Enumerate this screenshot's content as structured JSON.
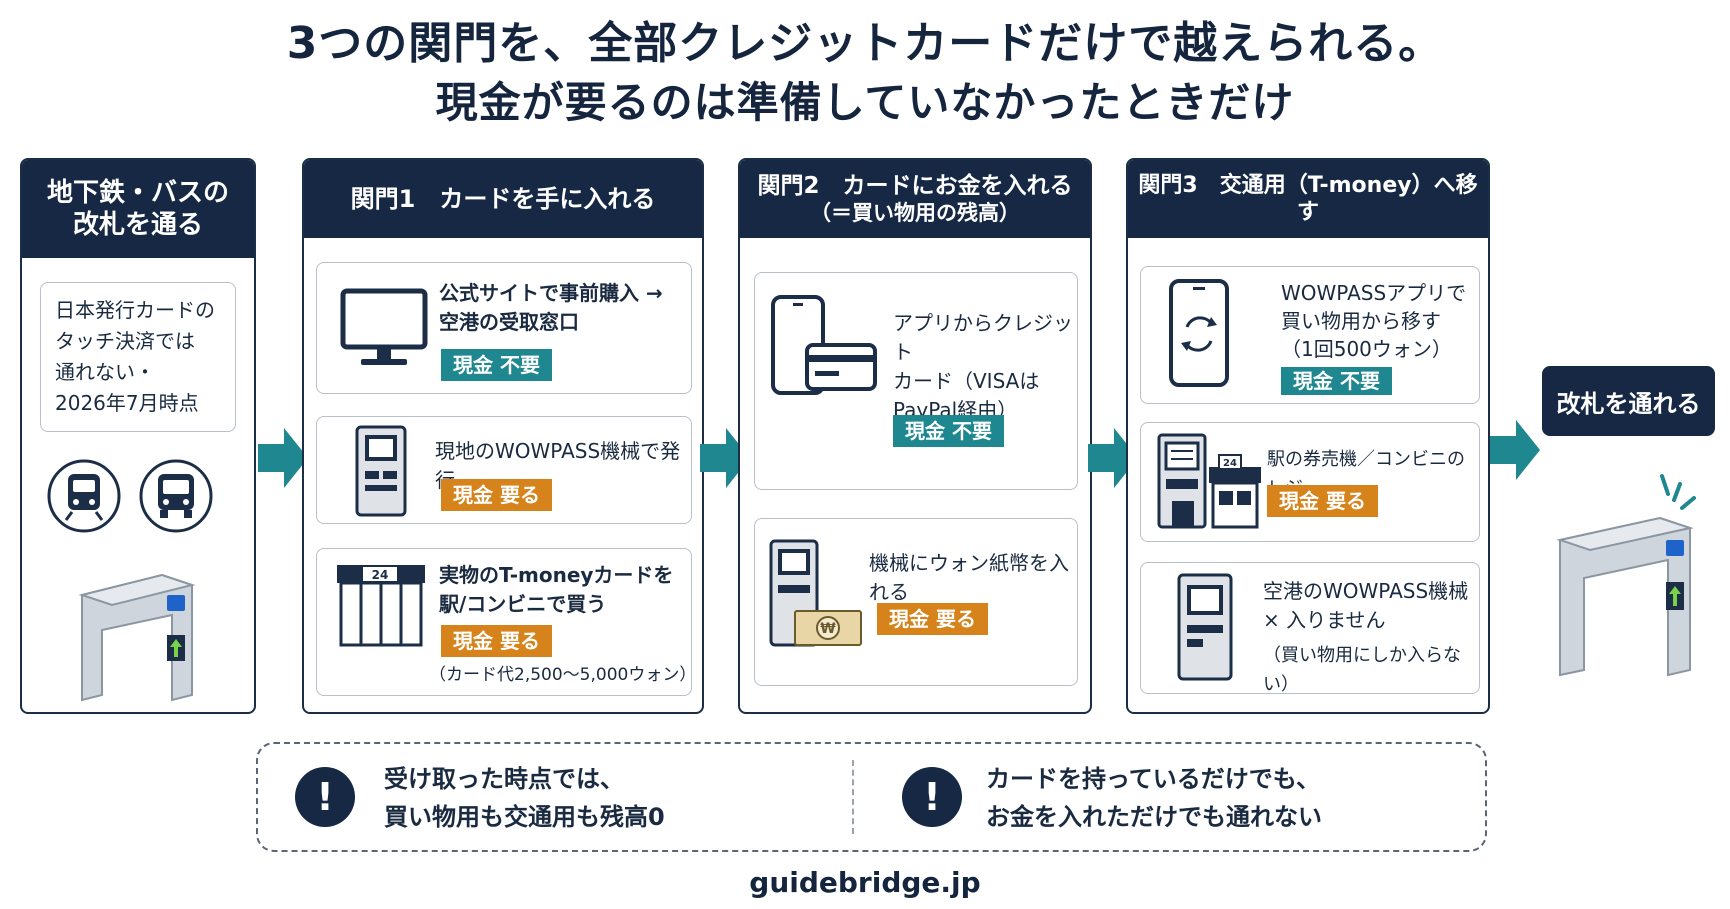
{
  "title": {
    "line1": "3つの関門を、全部クレジットカードだけで越えられる。",
    "line2": "現金が要るのは準備していなかったときだけ"
  },
  "start_panel": {
    "header_line1": "地下鉄・バスの",
    "header_line2": "改札を通る",
    "note_lines": [
      "日本発行カードの",
      "タッチ決済では",
      "通れない・",
      "2026年7月時点"
    ]
  },
  "gate1": {
    "header": "関門1　カードを手に入れる",
    "items": [
      {
        "lines": [
          "公式サイトで事前購入 →",
          "空港の受取窓口"
        ],
        "badge": "現金 不要",
        "badge_type": "teal",
        "icon": "monitor-icon"
      },
      {
        "lines": [
          "現地のWOWPASS機械で発行"
        ],
        "badge": "現金 要る",
        "badge_type": "orange",
        "icon": "kiosk-icon"
      },
      {
        "lines": [
          "実物のT-moneyカードを",
          "駅/コンビニで買う"
        ],
        "badge": "現金 要る",
        "badge_type": "orange",
        "note": "（カード代2,500〜5,000ウォン）",
        "icon": "store-icon",
        "store_sign": "24"
      }
    ]
  },
  "gate2": {
    "header_line1": "関門2　カードにお金を入れる",
    "header_line2": "（＝買い物用の残高）",
    "items": [
      {
        "lines": [
          "アプリからクレジット",
          "カード（VISAは",
          "PayPal経由）"
        ],
        "badge": "現金 不要",
        "badge_type": "teal",
        "icon": "phone-card-icon"
      },
      {
        "lines": [
          "機械にウォン紙幣を入れる"
        ],
        "badge": "現金 要る",
        "badge_type": "orange",
        "icon": "kiosk-cash-icon",
        "currency_symbol": "₩"
      }
    ]
  },
  "gate3": {
    "header": "関門3　交通用（T-money）へ移す",
    "items": [
      {
        "lines": [
          "WOWPASSアプリで",
          "買い物用から移す",
          "（1回500ウォン）"
        ],
        "badge": "現金 不要",
        "badge_type": "teal",
        "icon": "phone-sync-icon"
      },
      {
        "lines": [
          "駅の券売機／コンビニのレジ"
        ],
        "badge": "現金 要る",
        "badge_type": "orange",
        "icon": "ticket-machine-store-icon",
        "store_sign": "24"
      },
      {
        "lines": [
          "空港のWOWPASS機械",
          "× 入りません"
        ],
        "note": "（買い物用にしか入らない）",
        "icon": "kiosk-icon"
      }
    ]
  },
  "final": {
    "label": "改札を通れる"
  },
  "notices": [
    {
      "lines": [
        "受け取った時点では、",
        "買い物用も交通用も残高0"
      ],
      "icon": "!"
    },
    {
      "lines": [
        "カードを持っているだけでも、",
        "お金を入れただけでも通れない"
      ],
      "icon": "!"
    }
  ],
  "footer": "guidebridge.jp",
  "colors": {
    "navy": "#162844",
    "teal": "#1f8790",
    "orange": "#d6831c",
    "arrow": "#1f8790"
  }
}
